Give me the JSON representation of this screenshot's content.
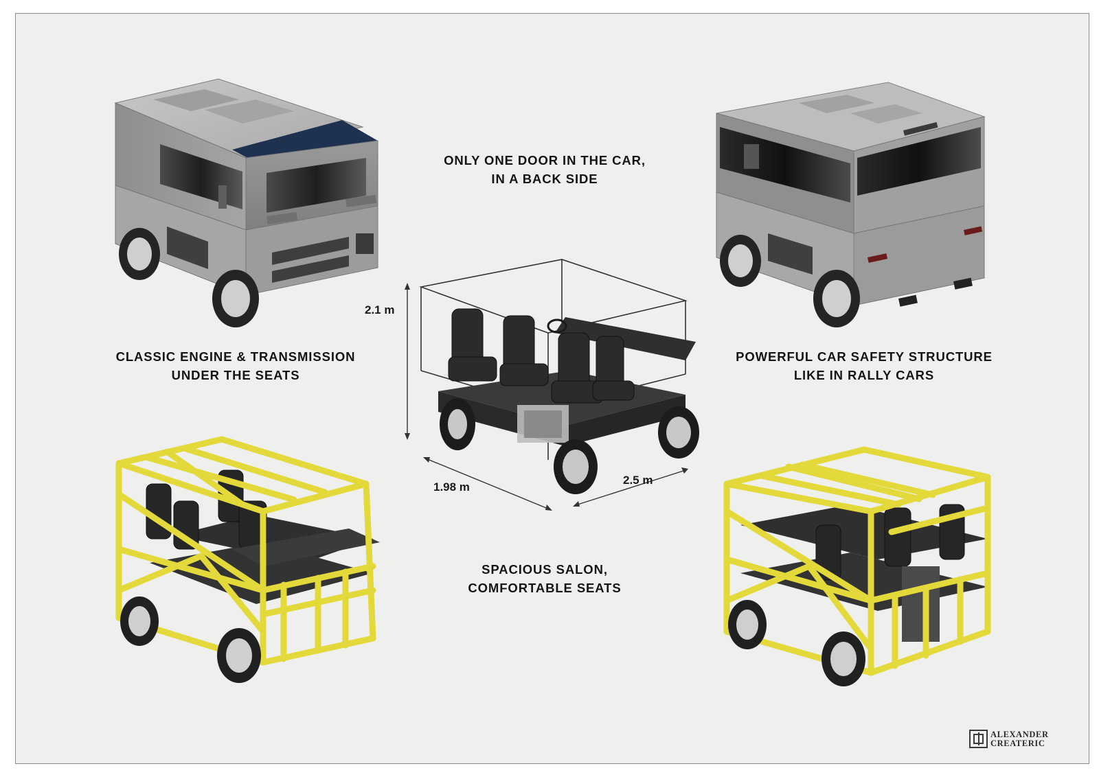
{
  "captions": {
    "door": [
      "ONLY ONE DOOR IN THE CAR,",
      "IN A BACK SIDE"
    ],
    "engine": [
      "CLASSIC ENGINE & TRANSMISSION",
      "UNDER THE SEATS"
    ],
    "safety": [
      "POWERFUL CAR SAFETY STRUCTURE",
      "LIKE IN RALLY CARS"
    ],
    "salon": [
      "SPACIOUS SALON,",
      "COMFORTABLE SEATS"
    ]
  },
  "dimensions": {
    "height": "2.1 m",
    "width": "1.98 m",
    "length": "2.5 m"
  },
  "brand": [
    "ALEXANDER",
    "CREATERIC"
  ],
  "colors": {
    "background": "#efefee",
    "body_gray": "#9c9c9c",
    "frame_yellow": "#e9e13a",
    "glass_blue": "#1f3150",
    "interior_dark": "#2b2b2b"
  }
}
